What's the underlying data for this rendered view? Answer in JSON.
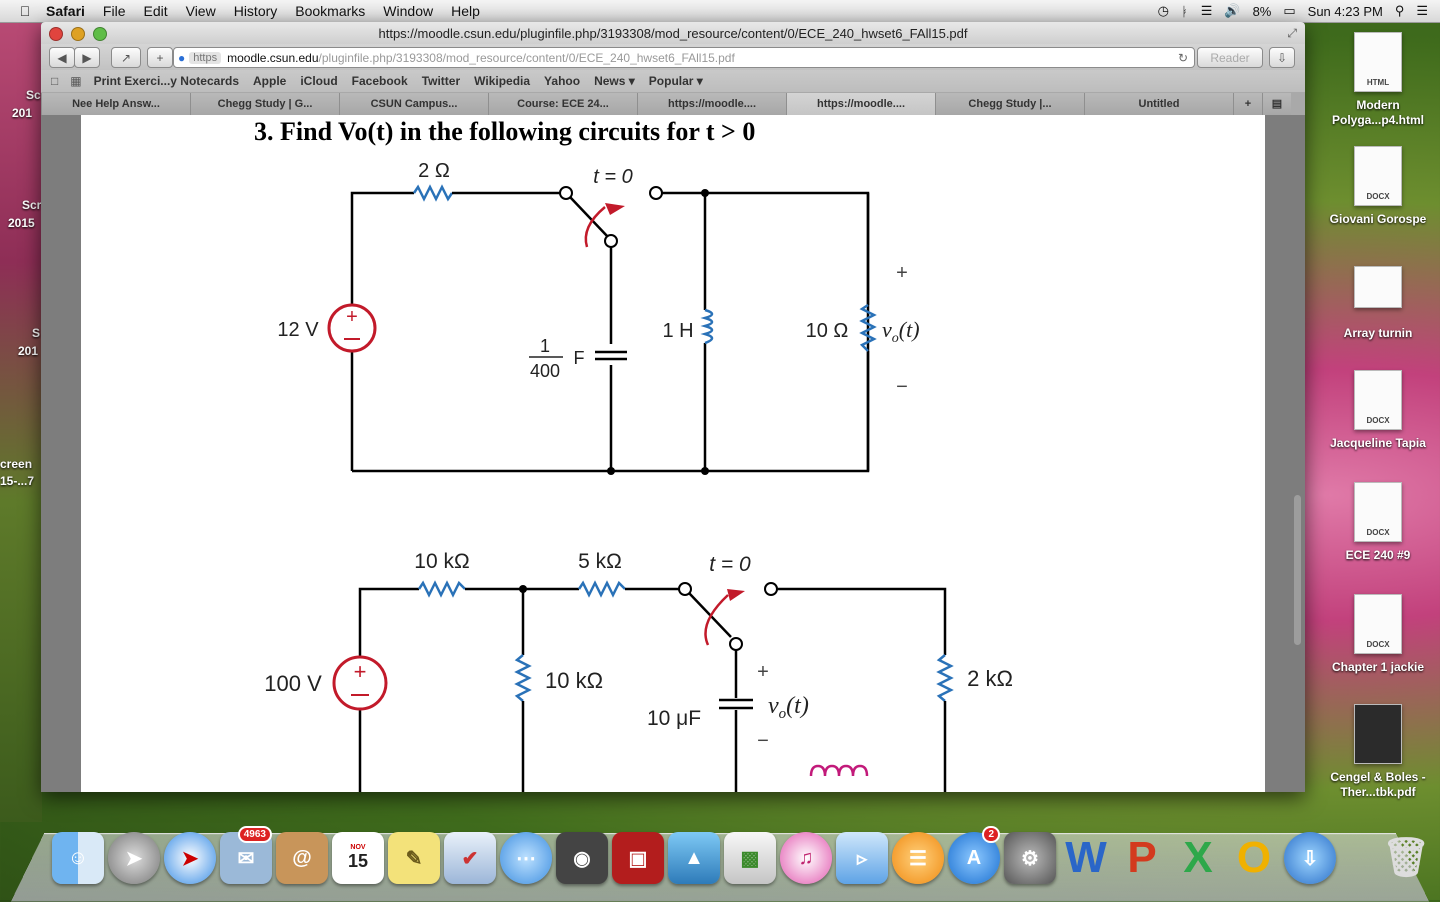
{
  "menubar": {
    "app": "Safari",
    "items": [
      "File",
      "Edit",
      "View",
      "History",
      "Bookmarks",
      "Window",
      "Help"
    ],
    "battery": "8%",
    "clock": "Sun 4:23 PM"
  },
  "window": {
    "title": "https://moodle.csun.edu/pluginfile.php/3193308/mod_resource/content/0/ECE_240_hwset6_FAll15.pdf",
    "url_scheme": "https",
    "url_host": "moodle.csun.edu",
    "url_path": "/pluginfile.php/3193308/mod_resource/content/0/ECE_240_hwset6_FAll15.pdf",
    "reader_label": "Reader"
  },
  "bookmarks": [
    "Print Exerci...y Notecards",
    "Apple",
    "iCloud",
    "Facebook",
    "Twitter",
    "Wikipedia",
    "Yahoo",
    "News ▾",
    "Popular ▾"
  ],
  "tabs": [
    "Nee Help Answ...",
    "Chegg Study | G...",
    "CSUN Campus...",
    "Course: ECE 24...",
    "https://moodle....",
    "https://moodle....",
    "Chegg Study |...",
    "Untitled"
  ],
  "document": {
    "question_number": "3.",
    "question_text": "Find Vo(t) in the following circuits for t > 0",
    "circuit1": {
      "r1": "2 Ω",
      "switch": "t = 0",
      "source": "12 V",
      "cap_num": "1",
      "cap_den": "400",
      "cap_unit": "F",
      "inductor": "1 H",
      "r_load": "10 Ω",
      "vo": "v",
      "vo_sub": "o",
      "vo_arg": "(t)",
      "plus": "+",
      "minus": "−"
    },
    "circuit2": {
      "r1": "10 kΩ",
      "r2": "5 kΩ",
      "switch": "t = 0",
      "source": "100 V",
      "r_shunt": "10 kΩ",
      "cap": "10 μF",
      "r_load": "2 kΩ",
      "vo": "v",
      "vo_sub": "o",
      "vo_arg": "(t)",
      "plus": "+",
      "minus": "−"
    }
  },
  "desktop": {
    "left_labels": [
      "Sc",
      "201",
      "Scr",
      "2015",
      "S",
      "201",
      "creen",
      "15-...7"
    ],
    "files": [
      {
        "type": "HTML",
        "name": "Modern Polyga...p4.html"
      },
      {
        "type": "DOCX",
        "name": "Giovani Gorospe"
      },
      {
        "type": "",
        "name": "Array turnin"
      },
      {
        "type": "DOCX",
        "name": "Jacqueline Tapia"
      },
      {
        "type": "DOCX",
        "name": "ECE 240 #9"
      },
      {
        "type": "DOCX",
        "name": "Chapter 1 jackie"
      },
      {
        "type": "",
        "name": "Cengel & Boles - Ther...tbk.pdf"
      }
    ]
  },
  "dock": {
    "mail_badge": "4963",
    "calendar_month": "NOV",
    "calendar_day": "15",
    "appstore_badge": "2",
    "apps": [
      "finder-icon",
      "launchpad-icon",
      "safari-icon",
      "mail-icon",
      "contacts-icon",
      "calendar-icon",
      "notes-icon",
      "preview-icon",
      "messages-icon",
      "facetime-icon",
      "photobooth-icon",
      "iphoto-icon",
      "numbers-icon",
      "itunes-icon",
      "keynote-icon",
      "ibooks-icon",
      "appstore-icon",
      "system-preferences-icon",
      "word-icon",
      "powerpoint-icon",
      "excel-icon",
      "office-icon",
      "downloads-icon",
      "trash-icon"
    ]
  }
}
